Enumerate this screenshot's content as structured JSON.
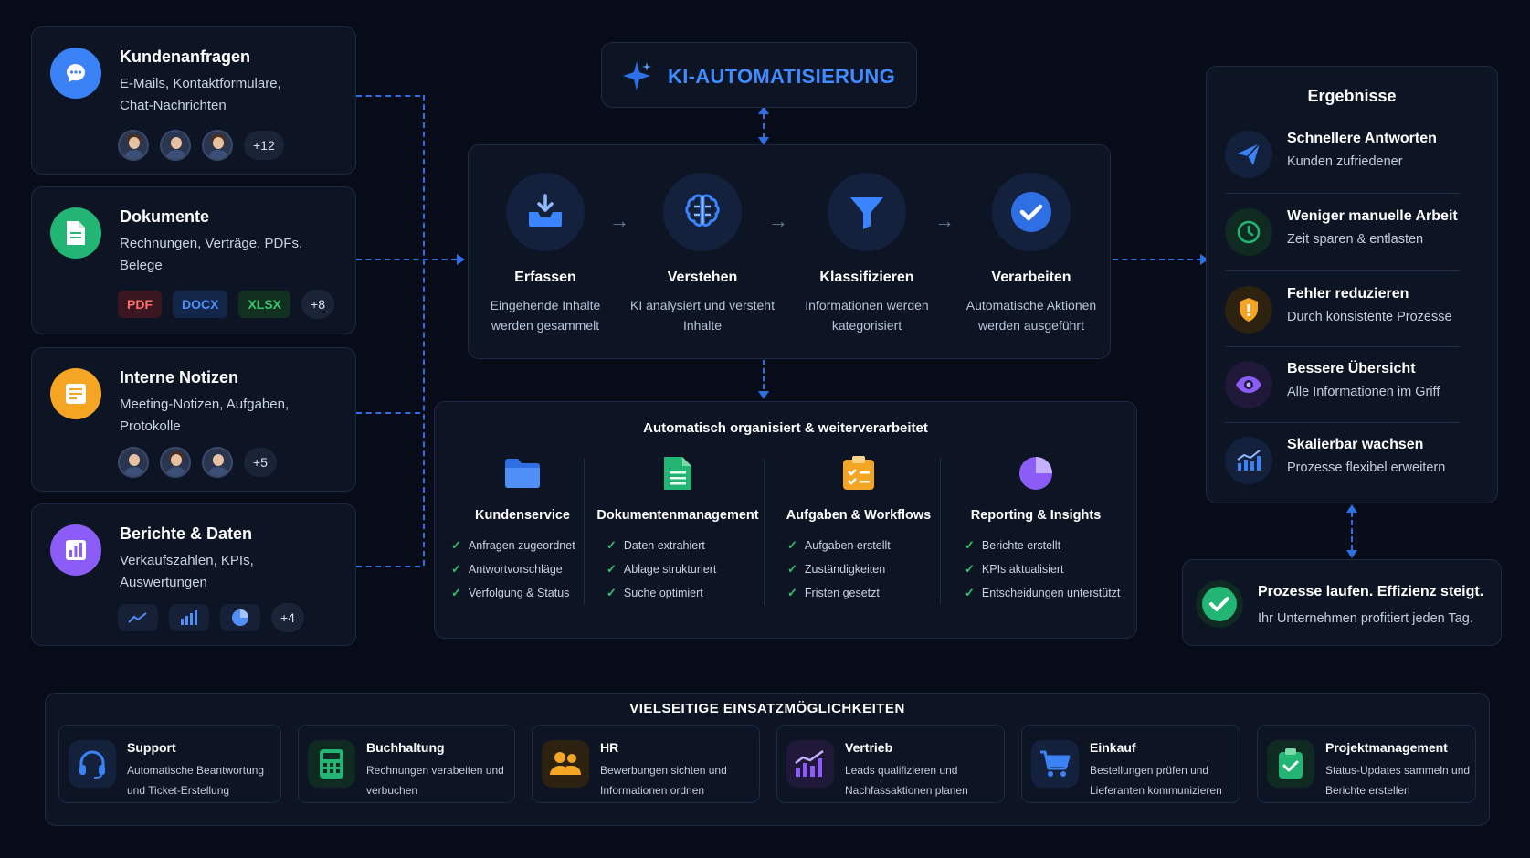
{
  "sources": [
    {
      "title": "Kundenanfragen",
      "desc": "E-Mails, Kontaktformulare, Chat-Nachrichten",
      "count": "+12",
      "icon": "chat-bubble-icon",
      "color": "#3b82f6"
    },
    {
      "title": "Dokumente",
      "desc": "Rechnungen, Verträge, PDFs, Belege",
      "tags": [
        "PDF",
        "DOCX",
        "XLSX"
      ],
      "count": "+8",
      "icon": "document-icon",
      "color": "#22b573"
    },
    {
      "title": "Interne Notizen",
      "desc": "Meeting-Notizen, Aufgaben, Protokolle",
      "count": "+5",
      "icon": "note-icon",
      "color": "#f5a524"
    },
    {
      "title": "Berichte & Daten",
      "desc": "Verkaufszahlen, KPIs, Auswertungen",
      "count": "+4",
      "icon": "bar-chart-icon",
      "color": "#8b5cf6"
    }
  ],
  "header": {
    "title": "KI-AUTOMATISIERUNG",
    "icon": "sparkle-icon"
  },
  "steps": [
    {
      "title": "Erfassen",
      "desc": "Eingehende Inhalte werden gesammelt",
      "icon": "inbox-download-icon"
    },
    {
      "title": "Verstehen",
      "desc": "KI analysiert und versteht Inhalte",
      "icon": "brain-icon"
    },
    {
      "title": "Klassifizieren",
      "desc": "Informationen werden kategorisiert",
      "icon": "funnel-icon"
    },
    {
      "title": "Verarbeiten",
      "desc": "Automatische Aktionen werden ausgeführt",
      "icon": "checkmark-icon"
    }
  ],
  "organized": {
    "title": "Automatisch organisiert & weiterverarbeitet",
    "columns": [
      {
        "title": "Kundenservice",
        "icon": "folder-icon",
        "items": [
          "Anfragen zugeordnet",
          "Antwortvorschläge",
          "Verfolgung & Status"
        ]
      },
      {
        "title": "Dokumentenmanagement",
        "icon": "document-icon",
        "items": [
          "Daten extrahiert",
          "Ablage strukturiert",
          "Suche optimiert"
        ]
      },
      {
        "title": "Aufgaben & Workflows",
        "icon": "clipboard-checklist-icon",
        "items": [
          "Aufgaben erstellt",
          "Zuständigkeiten",
          "Fristen gesetzt"
        ]
      },
      {
        "title": "Reporting & Insights",
        "icon": "pie-chart-icon",
        "items": [
          "Berichte erstellt",
          "KPIs aktualisiert",
          "Entscheidungen unterstützt"
        ]
      }
    ]
  },
  "results": {
    "title": "Ergebnisse",
    "items": [
      {
        "title": "Schnellere Antworten",
        "desc": "Kunden zufriedener",
        "icon": "paper-plane-icon",
        "color": "#3b82f6"
      },
      {
        "title": "Weniger manuelle Arbeit",
        "desc": "Zeit sparen & entlasten",
        "icon": "clock-icon",
        "color": "#22b573"
      },
      {
        "title": "Fehler reduzieren",
        "desc": "Durch konsistente Prozesse",
        "icon": "shield-icon",
        "color": "#f5a524"
      },
      {
        "title": "Bessere Übersicht",
        "desc": "Alle Informationen im Griff",
        "icon": "eye-icon",
        "color": "#8b5cf6"
      },
      {
        "title": "Skalierbar wachsen",
        "desc": "Prozesse flexibel erweitern",
        "icon": "growth-chart-icon",
        "color": "#3b82f6"
      }
    ]
  },
  "banner": {
    "title": "Prozesse laufen. Effizienz steigt.",
    "subtitle": "Ihr Unternehmen profitiert jeden Tag.",
    "icon": "success-check-icon"
  },
  "usecases": {
    "title": "VIELSEITIGE EINSATZMÖGLICHKEITEN",
    "items": [
      {
        "title": "Support",
        "desc": "Automatische Beantwortung und Ticket-Erstellung",
        "icon": "headset-icon"
      },
      {
        "title": "Buchhaltung",
        "desc": "Rechnungen verabeiten und verbuchen",
        "icon": "calculator-icon"
      },
      {
        "title": "HR",
        "desc": "Bewerbungen sichten und Informationen ordnen",
        "icon": "people-icon"
      },
      {
        "title": "Vertrieb",
        "desc": "Leads qualifizieren und Nachfassaktionen planen",
        "icon": "sales-chart-icon"
      },
      {
        "title": "Einkauf",
        "desc": "Bestellungen prüfen und Lieferanten kommunizieren",
        "icon": "shopping-cart-icon"
      },
      {
        "title": "Projektmanagement",
        "desc": "Status-Updates sammeln und Berichte erstellen",
        "icon": "clipboard-check-icon"
      }
    ]
  }
}
